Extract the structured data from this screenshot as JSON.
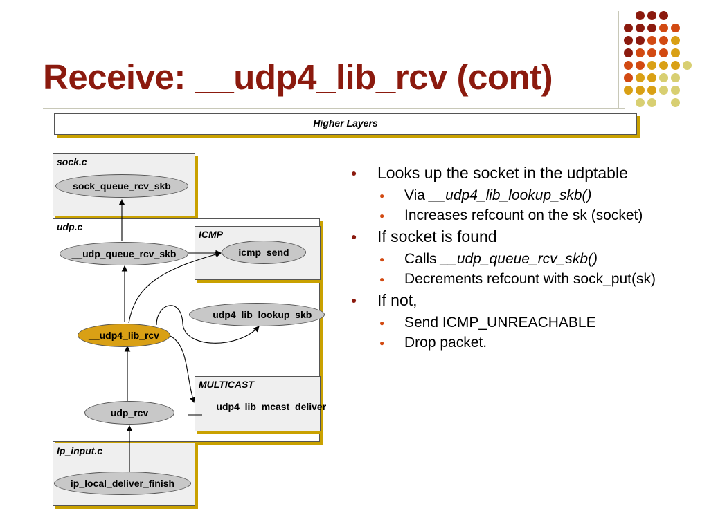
{
  "slide": {
    "title": "Receive: __udp4_lib_rcv (cont)"
  },
  "decor": {
    "dot_colors": {
      "dark_red": "#8b1a0e",
      "orange_red": "#d24a12",
      "gold": "#d9a015",
      "khaki": "#d8cf72"
    }
  },
  "diagram": {
    "higher_layers": "Higher Layers",
    "sections": {
      "sock_c": "sock.c",
      "udp_c": "udp.c",
      "icmp": "ICMP",
      "multicast": "MULTICAST",
      "ip_input_c": "Ip_input.c"
    },
    "nodes": {
      "sock_queue_rcv_skb": "sock_queue_rcv_skb",
      "udp_queue_rcv_skb": "__udp_queue_rcv_skb",
      "icmp_send": "icmp_send",
      "udp4_lib_lookup_skb": "__udp4_lib_lookup_skb",
      "udp4_lib_rcv": "__udp4_lib_rcv",
      "udp_rcv": "udp_rcv",
      "udp4_lib_mcast_deliver": "__udp4_lib_mcast_deliver",
      "ip_local_deliver_finish": "ip_local_deliver_finish"
    }
  },
  "bullets": [
    {
      "text": "Looks up the socket in the udptable",
      "sub": [
        {
          "prefix": "Via ",
          "code": "__udp4_lib_lookup_skb()",
          "rest": ""
        },
        {
          "prefix": "Increases refcount on the sk (socket)",
          "code": "",
          "rest": ""
        }
      ]
    },
    {
      "text": "If socket is found",
      "sub": [
        {
          "prefix": "Calls ",
          "code": "__udp_queue_rcv_skb()",
          "rest": ""
        },
        {
          "prefix": "Decrements refcount with sock_put(sk)",
          "code": "",
          "rest": ""
        }
      ]
    },
    {
      "text": "If not,",
      "sub": [
        {
          "prefix": "Send ICMP_UNREACHABLE",
          "code": "",
          "rest": ""
        },
        {
          "prefix": "Drop packet.",
          "code": "",
          "rest": ""
        }
      ]
    }
  ]
}
